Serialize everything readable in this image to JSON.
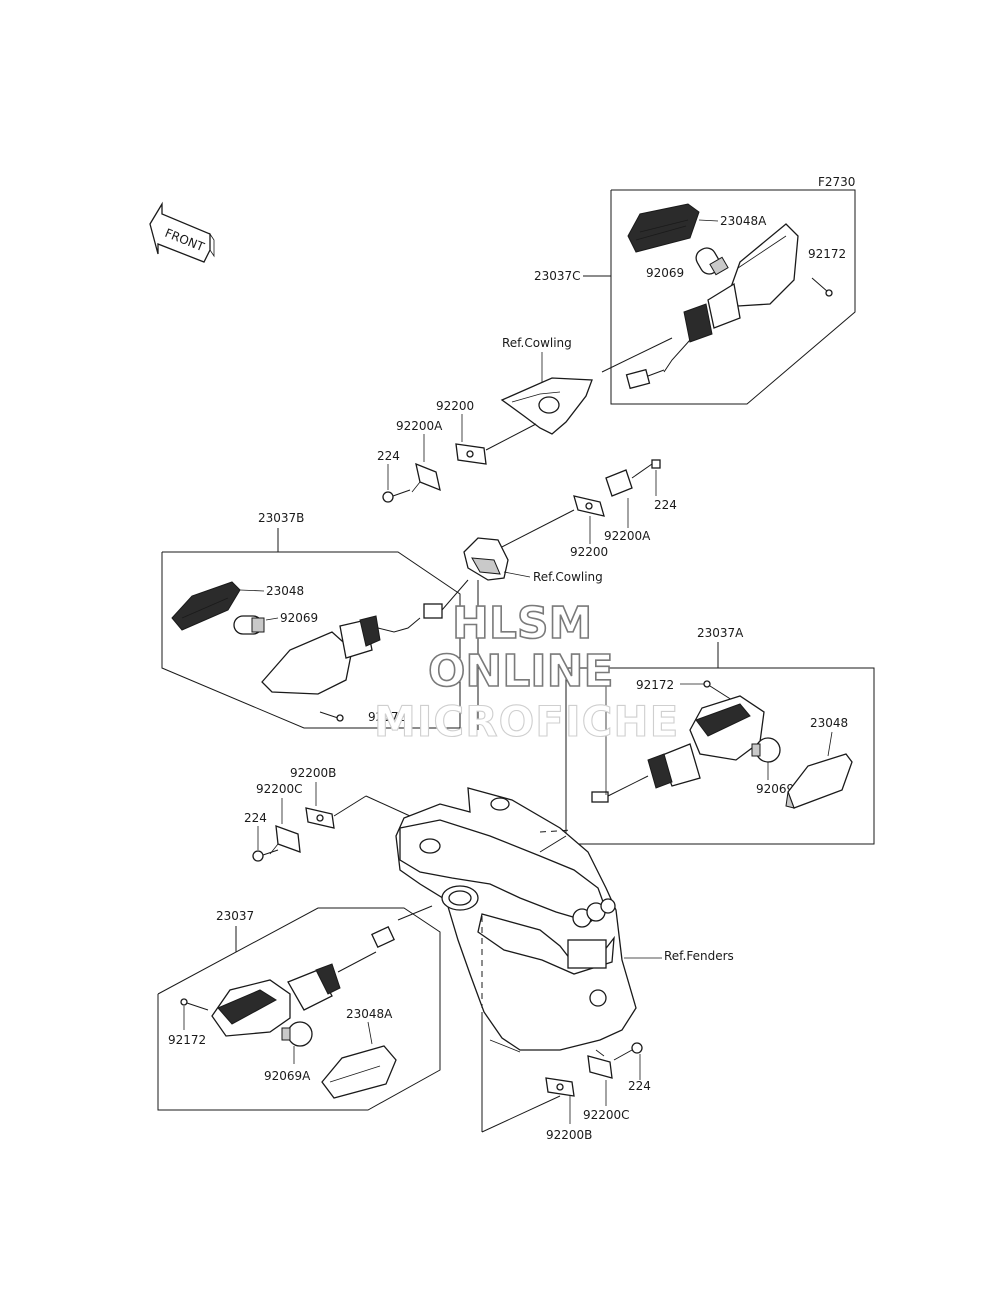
{
  "diagram_code": "F2730",
  "front_label": "FRONT",
  "watermark": {
    "line1": "HLSM",
    "line2": "ONLINE",
    "line3": "MICROFICHE"
  },
  "labels": {
    "l23048A_top": "23048A",
    "l92069_top": "92069",
    "l92172_top": "92172",
    "l23037C": "23037C",
    "lRefCowling_top": "Ref.Cowling",
    "l92200_top": "92200",
    "l92200A_top": "92200A",
    "l224_top": "224",
    "l224_mid": "224",
    "l92200_mid": "92200",
    "l92200A_mid": "92200A",
    "l23037B": "23037B",
    "lRefCowling_mid": "Ref.Cowling",
    "l23048_left": "23048",
    "l92069_left": "92069",
    "l92172_left": "92172",
    "l23037A": "23037A",
    "l92172_right": "92172",
    "l23048_right": "23048",
    "l92069A_right": "92069A",
    "l92200B_left": "92200B",
    "l92200C_left": "92200C",
    "l224_left": "224",
    "l23037": "23037",
    "l92172_bottom": "92172",
    "l23048A_bottom": "23048A",
    "l92069A_bottom": "92069A",
    "lRefFenders": "Ref.Fenders",
    "l224_bottom": "224",
    "l92200C_bottom": "92200C",
    "l92200B_bottom": "92200B"
  }
}
